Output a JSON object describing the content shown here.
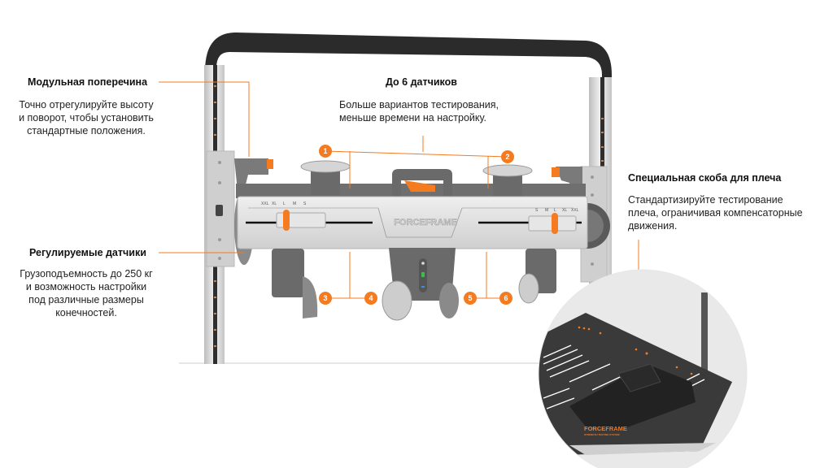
{
  "product": {
    "brand": "FORCEFRAME",
    "tagline": "STRENGTH TESTING SYSTEM",
    "scale_labels_left": [
      "XXL",
      "XL",
      "L",
      "M",
      "S"
    ],
    "scale_labels_right": [
      "S",
      "M",
      "L",
      "XL",
      "XXL"
    ]
  },
  "callouts": {
    "crossbar": {
      "title": "Модульная поперечина",
      "text_lines": [
        "Точно отрегулируйте высоту",
        "и поворот, чтобы установить",
        "стандартные положения."
      ]
    },
    "sensors_count": {
      "title": "До 6 датчиков",
      "text_lines": [
        "Больше вариантов тестирования,",
        "меньше времени на настройку."
      ]
    },
    "adjustable_sensors": {
      "title": "Регулируемые датчики",
      "text_lines": [
        "Грузоподъемность до 250 кг",
        "и возможность настройки",
        "под различные размеры",
        "конечностей."
      ]
    },
    "shoulder_brace": {
      "title": "Специальная скоба для плеча",
      "text_lines": [
        "Стандартизируйте тестирование",
        "плеча, ограничивая компенсаторные",
        "движения."
      ]
    }
  },
  "badges": [
    "1",
    "2",
    "3",
    "4",
    "5",
    "6"
  ],
  "colors": {
    "accent": "#F47B20",
    "frame_dark": "#2b2b2b",
    "rail": "#d9d9d9",
    "crossbar": "#dcdcdc",
    "sensor": "#6b6b6b",
    "plate": "#3a3a3a"
  }
}
